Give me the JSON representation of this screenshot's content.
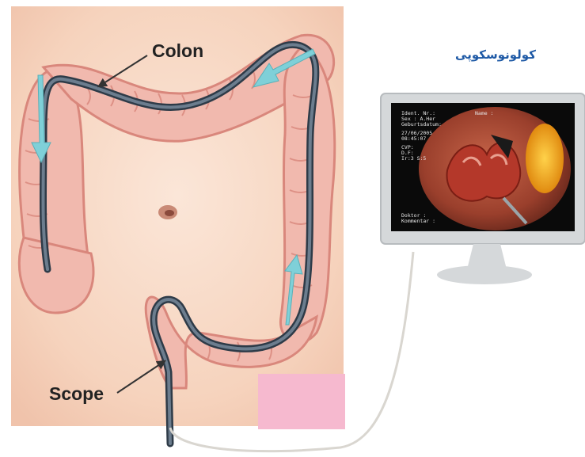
{
  "labels": {
    "colon": "Colon",
    "scope": "Scope",
    "title_fa": "کولونوسکوپی"
  },
  "monitor": {
    "overlay_lines": [
      "Ident. Nr.:",
      "Sex :   A.Her",
      "Geburtsdatum:",
      "27/06/2005",
      "08:45:07",
      "CVP:",
      "D.F:",
      "Ir:3 S:5"
    ],
    "name_label": "Name :",
    "footer_lines": [
      "Doktor :",
      "Kommentar :"
    ]
  },
  "colors": {
    "abdomen": "#f7d9c6",
    "colon": "#f1b9ae",
    "colon_shadow": "#d9877c",
    "scope": "#4a5a6a",
    "arrow": "#7fd0d8",
    "monitor_frame": "#d5d8da",
    "accent_pink": "#f6b9cf",
    "title_blue": "#1f5aa6"
  }
}
